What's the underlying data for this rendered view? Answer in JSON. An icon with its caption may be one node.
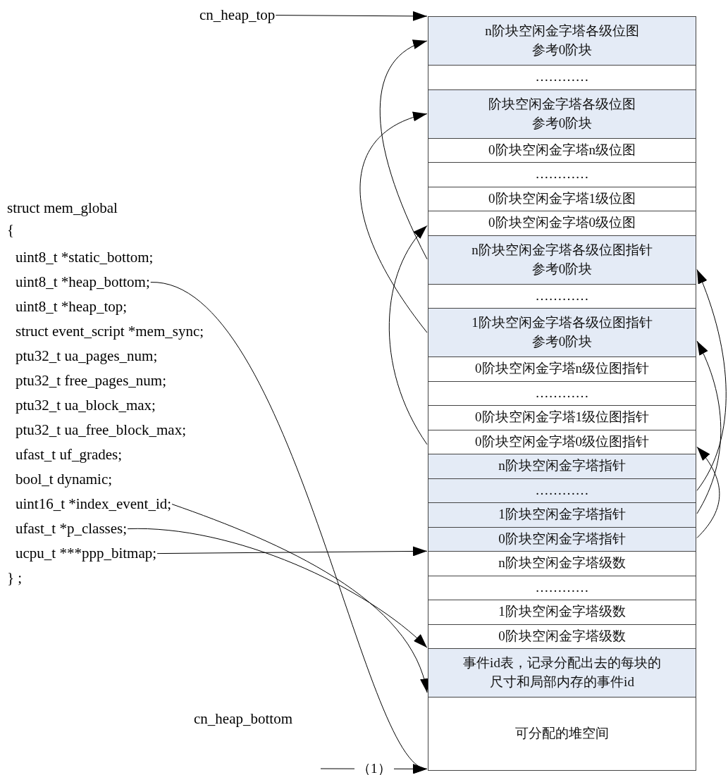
{
  "diagram": {
    "nodes": [
      {
        "text": [
          "cn_heap_top"
        ]
      },
      {
        "text": [
          "n阶块空闲金字塔各级位图参考0阶块"
        ]
      },
      {
        "text": [
          "…………"
        ]
      },
      {
        "text": [
          "阶块空闲金字塔各级位图参考0阶块"
        ]
      },
      {
        "text": [
          "0阶块空闲金字塔n级位图"
        ]
      },
      {
        "text": [
          "…………"
        ]
      },
      {
        "text": [
          "0阶块空闲金字塔1级位图"
        ]
      },
      {
        "text": [
          "0阶块空闲金字塔0级位图"
        ]
      },
      {
        "text": [
          "n阶块空闲金字塔各级位图指针参考0阶块"
        ]
      },
      {
        "text": [
          "…………"
        ]
      },
      {
        "text": [
          "1阶块空闲金字塔各级位图指针参考0阶块"
        ]
      },
      {
        "text": [
          "0阶块空闲金字塔n级位图指针"
        ]
      },
      {
        "text": [
          "…………"
        ]
      },
      {
        "text": [
          "0阶块空闲金字塔1级位图指针"
        ]
      },
      {
        "text": [
          "0阶块空闲金字塔0级位图指针"
        ]
      },
      {
        "text": [
          "n阶块空闲金字塔指针"
        ]
      },
      {
        "text": [
          "…………"
        ]
      },
      {
        "text": [
          "1阶块空闲金字塔指针"
        ]
      },
      {
        "text": [
          "0阶块空闲金字塔指针"
        ]
      },
      {
        "text": [
          "n阶块空闲金字塔级数"
        ]
      },
      {
        "text": [
          "…………"
        ]
      },
      {
        "text": [
          "1阶块空闲金字塔级数"
        ]
      },
      {
        "text": [
          "0阶块空闲金字塔级数"
        ]
      },
      {
        "text": [
          "事件id表，记录分配出去的每块的尺寸和局部内存的事件id"
        ]
      },
      {
        "text": [
          "可分配的堆空间"
        ]
      },
      {
        "text": [
          "uint8_t *heap_bottom;"
        ]
      },
      {
        "text": [
          "uint16_t *index_event_id;"
        ]
      },
      {
        "text": [
          "ufast_t *p_classes;"
        ]
      },
      {
        "text": [
          "ucpu_t ***ppp_bitmap;"
        ]
      }
    ],
    "edges": [
      {
        "from": 0,
        "to": 1,
        "arrow": "to"
      },
      {
        "from": 8,
        "to": 1,
        "arrow": "to"
      },
      {
        "from": 10,
        "to": 3,
        "arrow": "to"
      },
      {
        "from": 14,
        "to": 7,
        "arrow": "to"
      },
      {
        "from": 16,
        "to": 8,
        "arrow": "to"
      },
      {
        "from": 17,
        "to": 10,
        "arrow": "to"
      },
      {
        "from": 18,
        "to": 14,
        "arrow": "to"
      },
      {
        "from": 25,
        "to": 24,
        "arrow": "to"
      },
      {
        "from": 26,
        "to": 23,
        "arrow": "to"
      },
      {
        "from": 27,
        "to": 22,
        "arrow": "to"
      },
      {
        "from": 28,
        "to": 18,
        "arrow": "to"
      },
      {
        "from": null,
        "to": 24,
        "arrow": "to",
        "label": "（1）"
      }
    ],
    "labels": [
      "struct mem_global",
      "{",
      "uint8_t *static_bottom;",
      "uint8_t *heap_top;",
      "struct event_script *mem_sync;",
      "ptu32_t ua_pages_num;",
      "ptu32_t free_pages_num;",
      "ptu32_t ua_block_max;",
      "ptu32_t ua_free_block_max;",
      "ufast_t uf_grades;",
      "bool_t dynamic;",
      "} ;",
      "cn_heap_bottom"
    ]
  }
}
